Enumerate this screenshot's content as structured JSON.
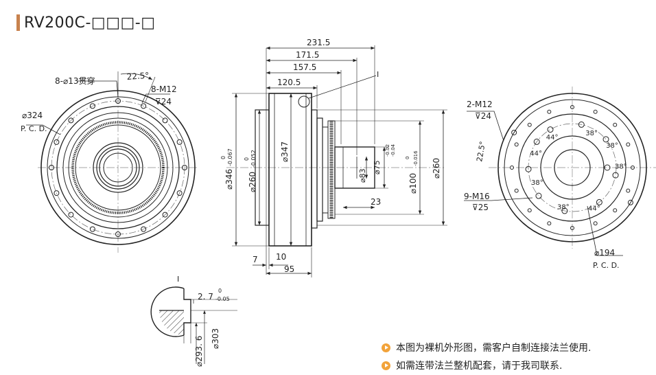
{
  "title": "RV200C-□□□-□",
  "front_view": {
    "hole_note": "8-⌀13贯穿",
    "angle": "22.5°",
    "thread_note": "8-M12",
    "thread_depth": "⊽24",
    "pcd_value": "⌀324",
    "pcd_label": "P. C. D."
  },
  "side_view": {
    "dim_total": "231.5",
    "dim_1": "171.5",
    "dim_2": "157.5",
    "dim_3": "120.5",
    "detail_label": "I",
    "dia_346": "⌀346",
    "dia_346_tol_upper": "0",
    "dia_346_tol_lower": "-0.067",
    "dia_260_left": "⌀260",
    "dia_260_tol_upper": "0",
    "dia_260_tol_lower": "-0.052",
    "dia_347": "⌀347",
    "dia_83": "⌀83",
    "dia_75": "⌀75",
    "dia_75_tol_upper": "-0.02",
    "dia_75_tol_lower": "-0.04",
    "dia_100": "⌀100",
    "dia_100_tol_upper": "0",
    "dia_100_tol_lower": "-0.016",
    "dia_260_right": "⌀260",
    "dim_23": "23",
    "dim_7": "7",
    "dim_10": "10",
    "dim_95": "95"
  },
  "rear_view": {
    "thread_1": "2-M12",
    "thread_1_depth": "⊽24",
    "angle_22": "22.5°",
    "thread_2": "9-M16",
    "thread_2_depth": "⊽25",
    "angles": [
      "44°",
      "38°",
      "38°",
      "38°",
      "44°",
      "38°",
      "38°",
      "44°"
    ],
    "pcd_value": "⌀194",
    "pcd_label": "P. C. D."
  },
  "detail": {
    "label": "I",
    "dim_27": "2. 7",
    "dim_27_tol_upper": "0",
    "dim_27_tol_lower": "-0.05",
    "dia_2936": "⌀293. 6",
    "dia_303": "⌀303"
  },
  "notes": [
    "本图为裸机外形图，需客户自制连接法兰使用.",
    "如需连带法兰整机配套，请于我司联系."
  ],
  "colors": {
    "accent_bar": "#c8824e",
    "note_icon": "#f2a33a",
    "line": "#222222"
  }
}
